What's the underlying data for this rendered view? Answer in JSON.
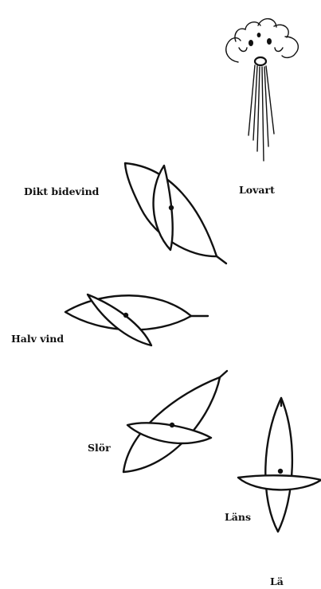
{
  "labels": {
    "close_hauled": "Dikt bidevind",
    "windward": "Lovart",
    "beam_reach": "Halv vind",
    "broad_reach": "Slör",
    "running": "Läns",
    "leeward": "Lä"
  },
  "colors": {
    "ink": "#111111",
    "background": "#ffffff"
  }
}
